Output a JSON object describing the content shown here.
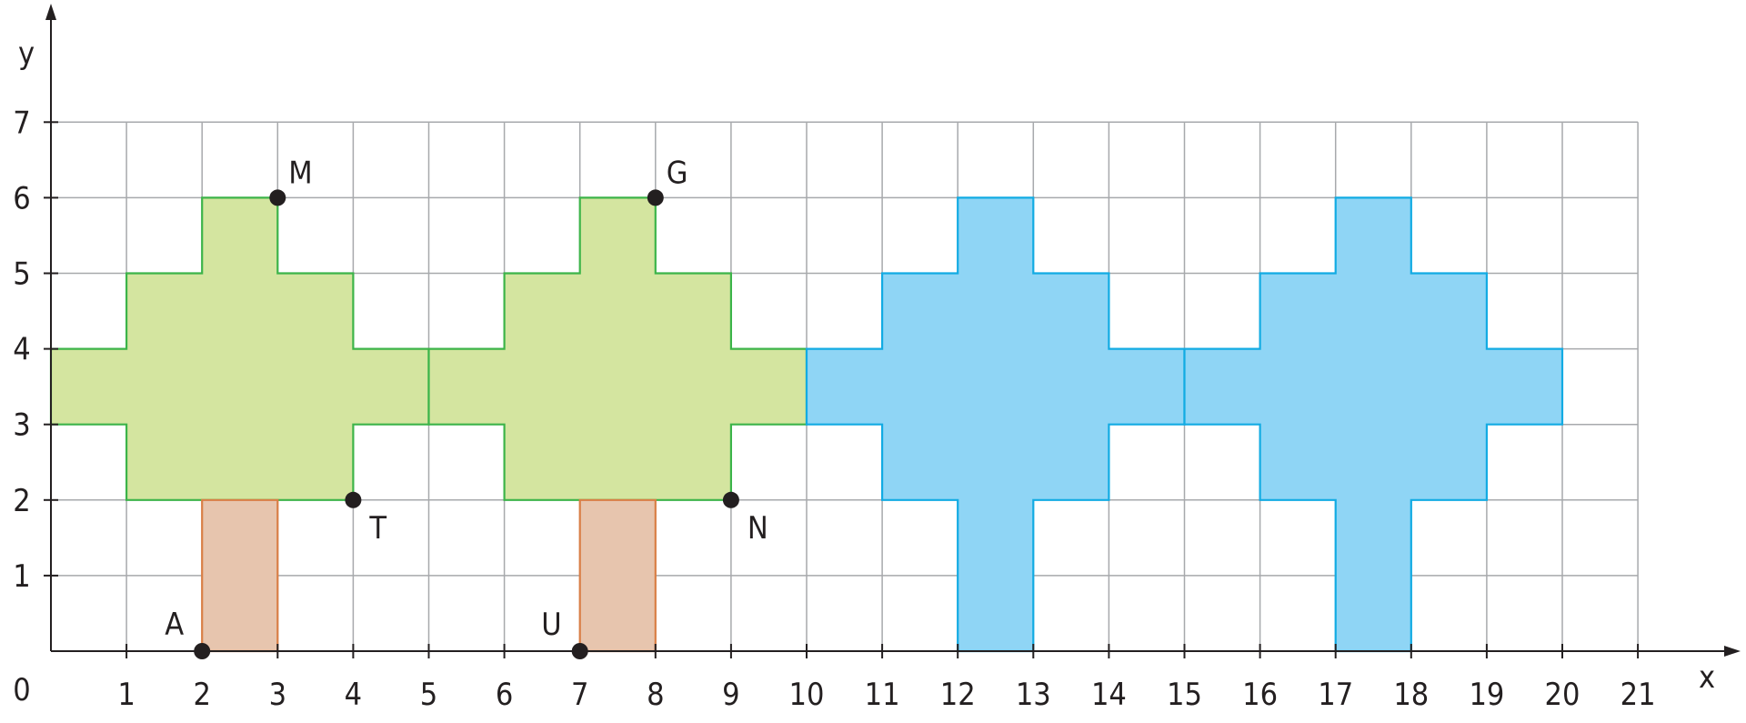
{
  "chart_data": {
    "type": "coordinate-grid",
    "axes": {
      "x_label": "x",
      "y_label": "y",
      "origin_label": "0",
      "x_ticks": [
        "1",
        "2",
        "3",
        "4",
        "5",
        "6",
        "7",
        "8",
        "9",
        "10",
        "11",
        "12",
        "13",
        "14",
        "15",
        "16",
        "17",
        "18",
        "19",
        "20",
        "21"
      ],
      "y_ticks": [
        "1",
        "2",
        "3",
        "4",
        "5",
        "6",
        "7"
      ],
      "x_range": [
        0,
        21
      ],
      "y_range": [
        0,
        7
      ],
      "grid": true
    },
    "shapes": [
      {
        "name": "green-tree-1-crown",
        "fill": "#d4e5a0",
        "stroke": "#3cb449",
        "points": [
          [
            0,
            3
          ],
          [
            0,
            4
          ],
          [
            1,
            4
          ],
          [
            1,
            5
          ],
          [
            2,
            5
          ],
          [
            2,
            6
          ],
          [
            3,
            6
          ],
          [
            3,
            5
          ],
          [
            4,
            5
          ],
          [
            4,
            4
          ],
          [
            5,
            4
          ],
          [
            5,
            3
          ],
          [
            4,
            3
          ],
          [
            4,
            2
          ],
          [
            1,
            2
          ],
          [
            1,
            3
          ]
        ]
      },
      {
        "name": "green-tree-2-crown",
        "fill": "#d4e5a0",
        "stroke": "#3cb449",
        "points": [
          [
            5,
            3
          ],
          [
            5,
            4
          ],
          [
            6,
            4
          ],
          [
            6,
            5
          ],
          [
            7,
            5
          ],
          [
            7,
            6
          ],
          [
            8,
            6
          ],
          [
            8,
            5
          ],
          [
            9,
            5
          ],
          [
            9,
            4
          ],
          [
            10,
            4
          ],
          [
            10,
            3
          ],
          [
            9,
            3
          ],
          [
            9,
            2
          ],
          [
            6,
            2
          ],
          [
            6,
            3
          ]
        ]
      },
      {
        "name": "tree-1-trunk",
        "fill": "#e7c5ae",
        "stroke": "#d97e45",
        "points": [
          [
            2,
            0
          ],
          [
            2,
            2
          ],
          [
            3,
            2
          ],
          [
            3,
            0
          ]
        ]
      },
      {
        "name": "tree-2-trunk",
        "fill": "#e7c5ae",
        "stroke": "#d97e45",
        "points": [
          [
            7,
            0
          ],
          [
            7,
            2
          ],
          [
            8,
            2
          ],
          [
            8,
            0
          ]
        ]
      },
      {
        "name": "blue-tree-1",
        "fill": "#8fd5f5",
        "stroke": "#12abe3",
        "points": [
          [
            10,
            3
          ],
          [
            10,
            4
          ],
          [
            11,
            4
          ],
          [
            11,
            5
          ],
          [
            12,
            5
          ],
          [
            12,
            6
          ],
          [
            13,
            6
          ],
          [
            13,
            5
          ],
          [
            14,
            5
          ],
          [
            14,
            4
          ],
          [
            15,
            4
          ],
          [
            15,
            3
          ],
          [
            14,
            3
          ],
          [
            14,
            2
          ],
          [
            13,
            2
          ],
          [
            13,
            0
          ],
          [
            12,
            0
          ],
          [
            12,
            2
          ],
          [
            11,
            2
          ],
          [
            11,
            3
          ]
        ]
      },
      {
        "name": "blue-tree-2",
        "fill": "#8fd5f5",
        "stroke": "#12abe3",
        "points": [
          [
            15,
            3
          ],
          [
            15,
            4
          ],
          [
            16,
            4
          ],
          [
            16,
            5
          ],
          [
            17,
            5
          ],
          [
            17,
            6
          ],
          [
            18,
            6
          ],
          [
            18,
            5
          ],
          [
            19,
            5
          ],
          [
            19,
            4
          ],
          [
            20,
            4
          ],
          [
            20,
            3
          ],
          [
            19,
            3
          ],
          [
            19,
            2
          ],
          [
            18,
            2
          ],
          [
            18,
            0
          ],
          [
            17,
            0
          ],
          [
            17,
            2
          ],
          [
            16,
            2
          ],
          [
            16,
            3
          ]
        ]
      }
    ],
    "points": [
      {
        "label": "M",
        "x": 3,
        "y": 6,
        "label_pos": "top-right"
      },
      {
        "label": "T",
        "x": 4,
        "y": 2,
        "label_pos": "bottom-right"
      },
      {
        "label": "A",
        "x": 2,
        "y": 0,
        "label_pos": "top-left"
      },
      {
        "label": "G",
        "x": 8,
        "y": 6,
        "label_pos": "top-right"
      },
      {
        "label": "N",
        "x": 9,
        "y": 2,
        "label_pos": "bottom-right"
      },
      {
        "label": "U",
        "x": 7,
        "y": 0,
        "label_pos": "top-left"
      }
    ]
  }
}
